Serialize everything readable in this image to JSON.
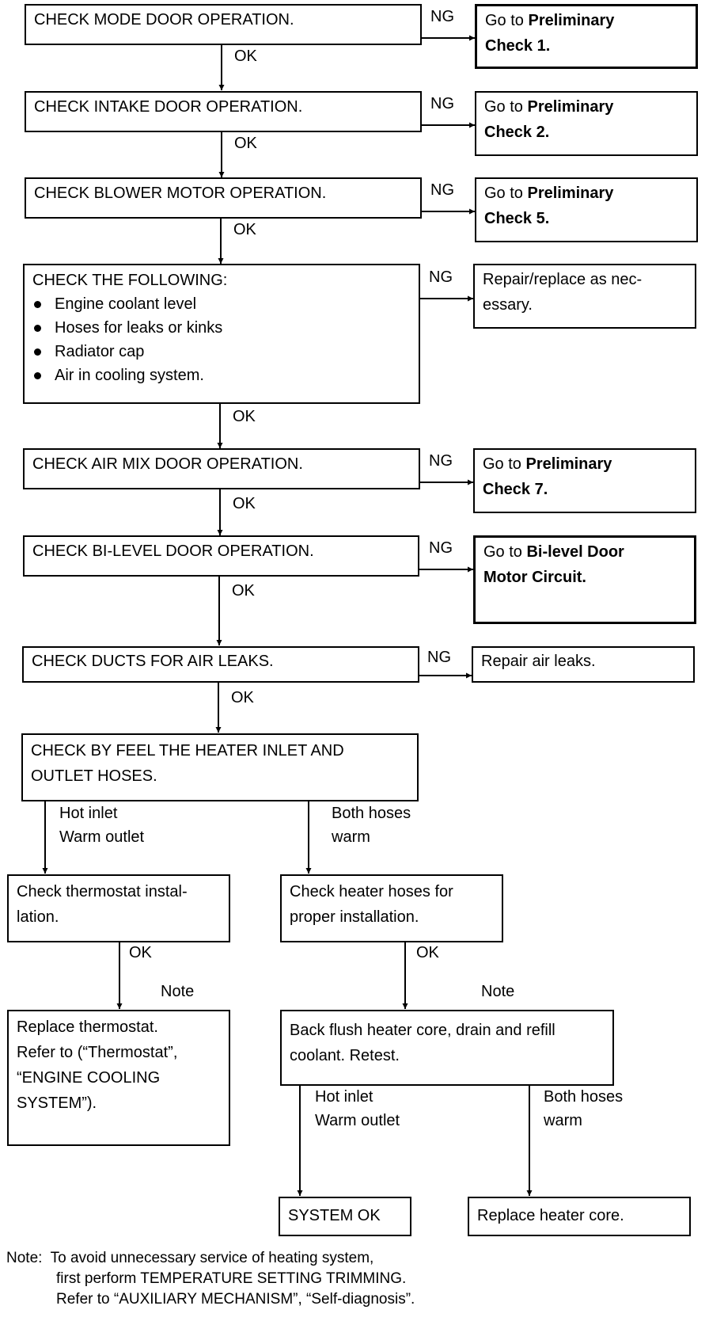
{
  "labels": {
    "ok": "OK",
    "ng": "NG",
    "note": "Note",
    "hot_inlet": "Hot inlet",
    "warm_outlet": "Warm outlet",
    "both_hoses": "Both hoses",
    "warm": "warm"
  },
  "steps": [
    {
      "text": "CHECK MODE DOOR OPERATION.",
      "ng_lead": "Go to",
      "ng_bold_1": "Preliminary",
      "ng_bold_2": "Check 1."
    },
    {
      "text": "CHECK INTAKE DOOR OPERATION.",
      "ng_lead": "Go to",
      "ng_bold_1": "Preliminary",
      "ng_bold_2": "Check 2."
    },
    {
      "text": "CHECK BLOWER MOTOR OPERATION.",
      "ng_lead": "Go to",
      "ng_bold_1": "Preliminary",
      "ng_bold_2": "Check 5."
    },
    {
      "text": "CHECK THE FOLLOWING:",
      "bullets": [
        "Engine coolant level",
        "Hoses for leaks or kinks",
        "Radiator cap",
        "Air in cooling system."
      ],
      "ng_line_1": "Repair/replace as nec-",
      "ng_line_2": "essary."
    },
    {
      "text": "CHECK AIR MIX DOOR OPERATION.",
      "ng_lead": "Go to",
      "ng_bold_1": "Preliminary",
      "ng_bold_2": "Check 7."
    },
    {
      "text": "CHECK BI-LEVEL DOOR OPERATION.",
      "ng_lead": "Go to",
      "ng_bold_1": "Bi-level Door",
      "ng_bold_2": "Motor Circuit."
    },
    {
      "text": "CHECK DUCTS FOR AIR LEAKS.",
      "ng_line_1": "Repair air leaks."
    }
  ],
  "feel": {
    "line_1": "CHECK BY FEEL THE HEATER INLET AND",
    "line_2": "OUTLET HOSES."
  },
  "left": {
    "check_1": "Check thermostat instal-",
    "check_2": "lation.",
    "replace": [
      "Replace thermostat.",
      "Refer to (“Thermostat”,",
      "“ENGINE COOLING",
      "SYSTEM”)."
    ]
  },
  "right": {
    "check_1": "Check heater hoses for",
    "check_2": "proper installation.",
    "flush_1": "Back flush heater core, drain and refill",
    "flush_2": "coolant. Retest.",
    "system_ok": "SYSTEM OK",
    "replace_core": "Replace heater core."
  },
  "footnote": {
    "line_1": "Note:  To avoid unnecessary service of heating system,",
    "line_2": "first perform TEMPERATURE SETTING TRIMMING.",
    "line_3": "Refer to “AUXILIARY MECHANISM”, “Self-diagnosis”."
  }
}
